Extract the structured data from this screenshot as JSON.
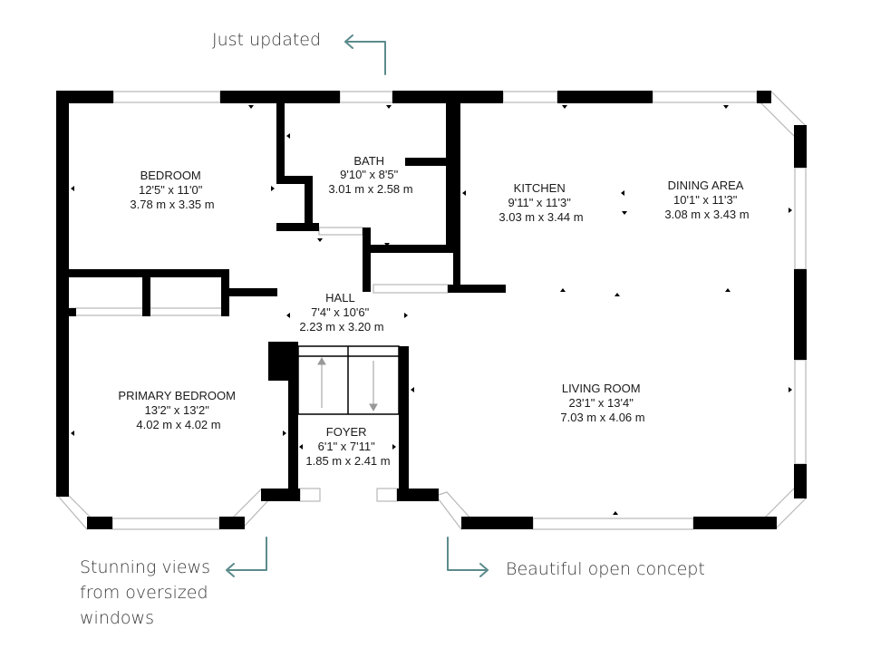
{
  "plan": {
    "colors": {
      "wall": "#000000",
      "window_stroke": "#b8b8b8",
      "arrow": "#5c8b8c",
      "text": "#1a1a1a"
    },
    "rooms": [
      {
        "id": "bedroom",
        "lines": [
          "BEDROOM",
          "12'5\" x 11'0\"",
          "3.78 m x 3.35 m"
        ]
      },
      {
        "id": "bath",
        "lines": [
          "BATH",
          "9'10\" x 8'5\"",
          "3.01 m x 2.58 m"
        ]
      },
      {
        "id": "kitchen",
        "lines": [
          "KITCHEN",
          "9'11\" x 11'3\"",
          "3.03 m x 3.44 m"
        ]
      },
      {
        "id": "dining-area",
        "lines": [
          "DINING AREA",
          "10'1\" x 11'3\"",
          "3.08 m x 3.43 m"
        ]
      },
      {
        "id": "hall",
        "lines": [
          "HALL",
          "7'4\" x 10'6\"",
          "2.23 m x 3.20 m"
        ]
      },
      {
        "id": "primary-bedroom",
        "lines": [
          "PRIMARY BEDROOM",
          "13'2\" x 13'2\"",
          "4.02 m x 4.02 m"
        ]
      },
      {
        "id": "foyer",
        "lines": [
          "FOYER",
          "6'1\" x 7'11\"",
          "1.85 m x 2.41 m"
        ]
      },
      {
        "id": "living-room",
        "lines": [
          "LIVING ROOM",
          "23'1\" x 13'4\"",
          "7.03 m x 4.06 m"
        ]
      }
    ]
  },
  "callouts": {
    "just_updated": "Just updated",
    "stunning_views": [
      "Stunning views",
      "from oversized",
      "windows"
    ],
    "open_concept": "Beautiful open concept"
  }
}
